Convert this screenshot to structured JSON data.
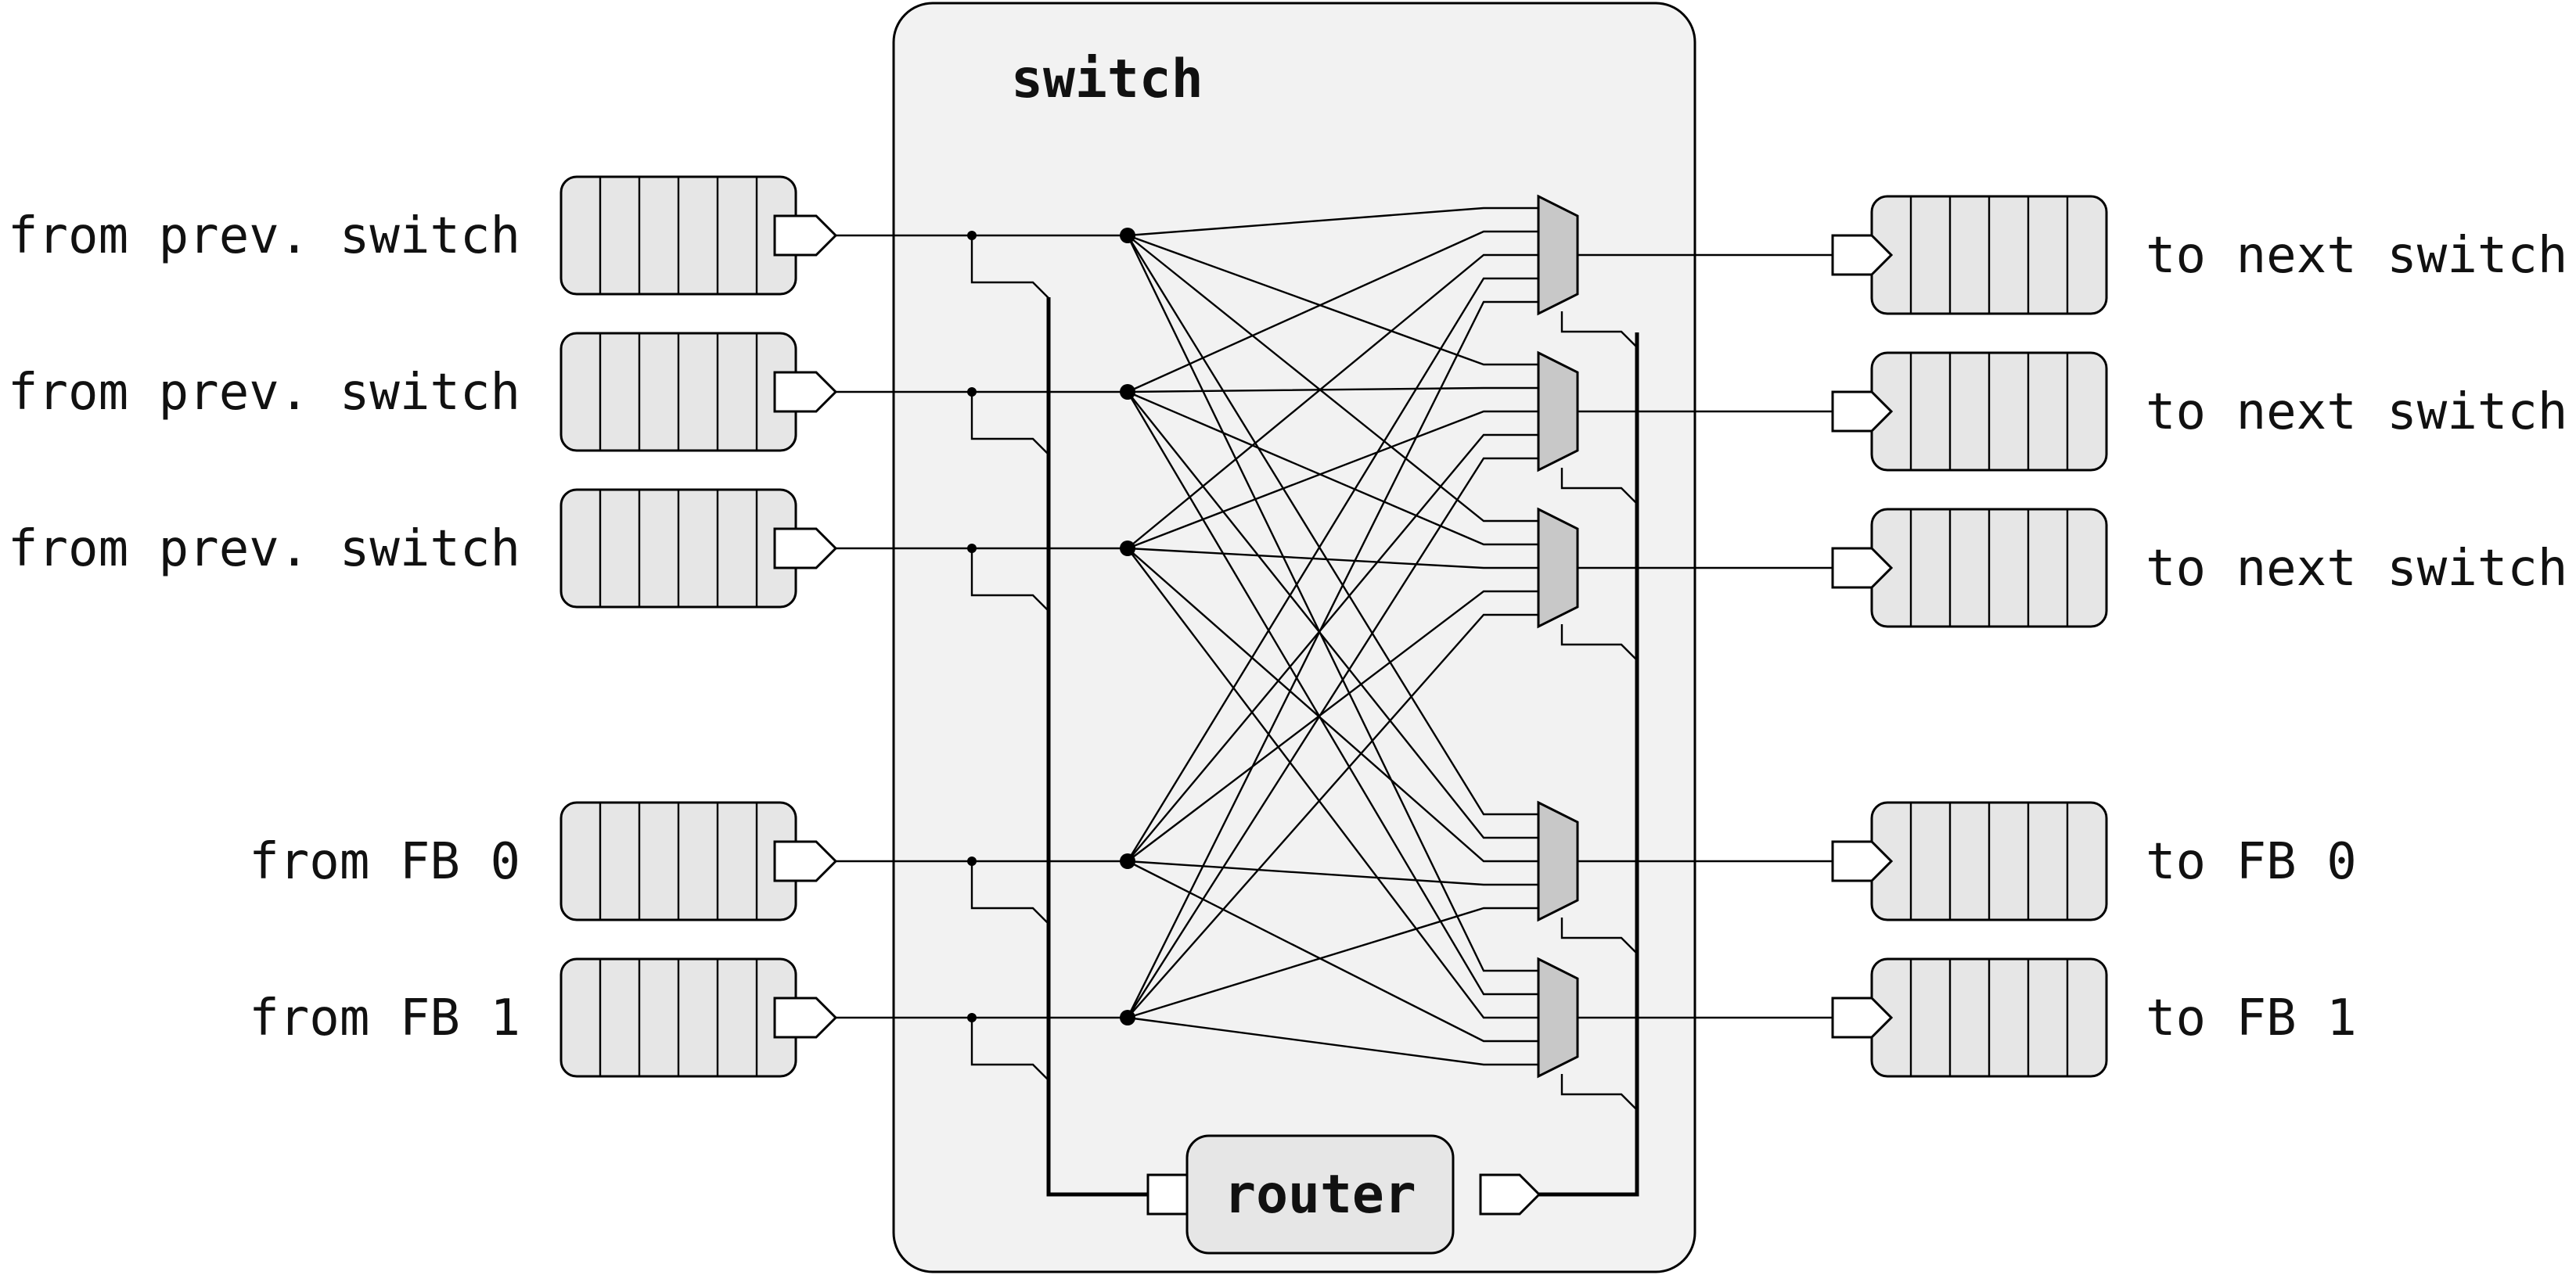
{
  "switch": {
    "title": "switch",
    "background": "#f2f2f2"
  },
  "router": {
    "label": "router",
    "fill": "#e6e6e6"
  },
  "inputs": [
    {
      "label": "from prev. switch"
    },
    {
      "label": "from prev. switch"
    },
    {
      "label": "from prev. switch"
    },
    {
      "label": "from FB 0"
    },
    {
      "label": "from FB 1"
    }
  ],
  "outputs": [
    {
      "label": "to next switch"
    },
    {
      "label": "to next switch"
    },
    {
      "label": "to next switch"
    },
    {
      "label": "to FB 0"
    },
    {
      "label": "to FB 1"
    }
  ],
  "colors": {
    "buffer": "#e6e6e6",
    "mux": "#c8c8c8",
    "line": "#000000"
  }
}
